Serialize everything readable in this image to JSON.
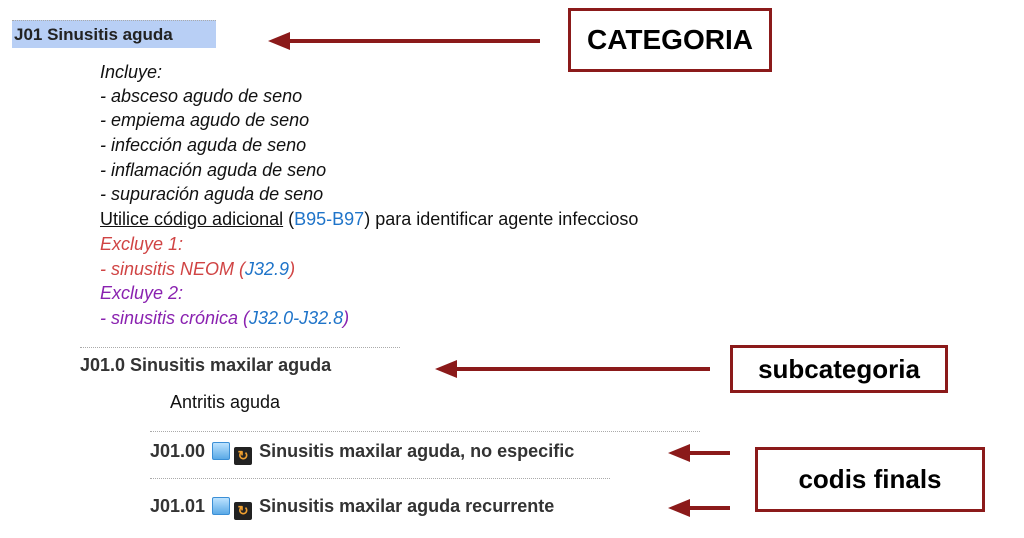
{
  "category": {
    "title": "J01 Sinusitis aguda"
  },
  "includes": {
    "label": "Incluye:",
    "items": [
      "- absceso agudo de seno",
      "- empiema agudo de seno",
      "- infección aguda de seno",
      "- inflamación aguda de seno",
      "- supuración aguda de seno"
    ]
  },
  "additional": {
    "link": "Utilice código adicional",
    "open": "(",
    "range": "B95-B97",
    "close": ")",
    "text": " para identificar agente infeccioso"
  },
  "excludes1": {
    "label": "Excluye 1:",
    "item": "- sinusitis NEOM (",
    "code": "J32.9",
    "close": ")"
  },
  "excludes2": {
    "label": "Excluye 2:",
    "item": "- sinusitis crónica (",
    "code": "J32.0-J32.8",
    "close": ")"
  },
  "subcategory": {
    "title": "J01.0 Sinusitis maxilar aguda",
    "note": "Antritis aguda"
  },
  "codes": [
    {
      "code": "J01.00",
      "desc": "Sinusitis maxilar aguda, no especific"
    },
    {
      "code": "J01.01",
      "desc": "Sinusitis maxilar aguda recurrente"
    }
  ],
  "annotations": {
    "categoria": "CATEGORIA",
    "subcategoria": "subcategoria",
    "codis": "codis finals"
  },
  "colors": {
    "accent": "#8b1a1a",
    "link": "#1f74c9"
  }
}
